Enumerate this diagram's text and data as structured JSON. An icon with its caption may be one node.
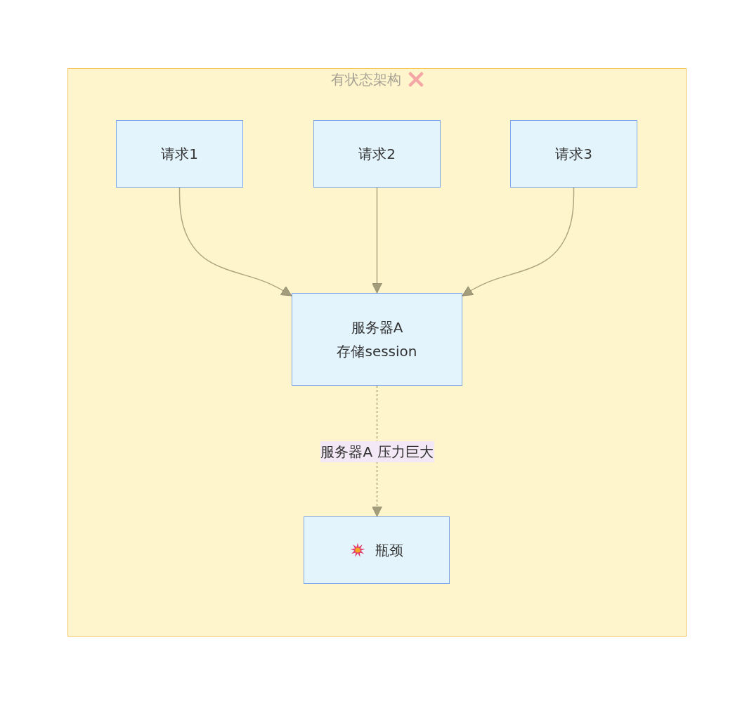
{
  "diagram": {
    "nodes": [
      {
        "text": [
          "有状态架构"
        ]
      },
      {
        "text": [
          "请求1"
        ],
        "in": 0
      },
      {
        "text": [
          "请求2"
        ],
        "in": 0
      },
      {
        "text": [
          "请求3"
        ],
        "in": 0
      },
      {
        "text": [
          "服务器A 存储session"
        ],
        "in": 0
      },
      {
        "text": [
          "瓶颈"
        ],
        "in": 0
      }
    ],
    "edges": [
      {
        "from": 1,
        "to": 4,
        "arrow": "to"
      },
      {
        "from": 2,
        "to": 4,
        "arrow": "to"
      },
      {
        "from": 3,
        "to": 4,
        "arrow": "to"
      },
      {
        "from": 4,
        "to": 5,
        "arrow": "to",
        "label": "服务器A 压力巨大",
        "style": "dashed"
      }
    ]
  }
}
